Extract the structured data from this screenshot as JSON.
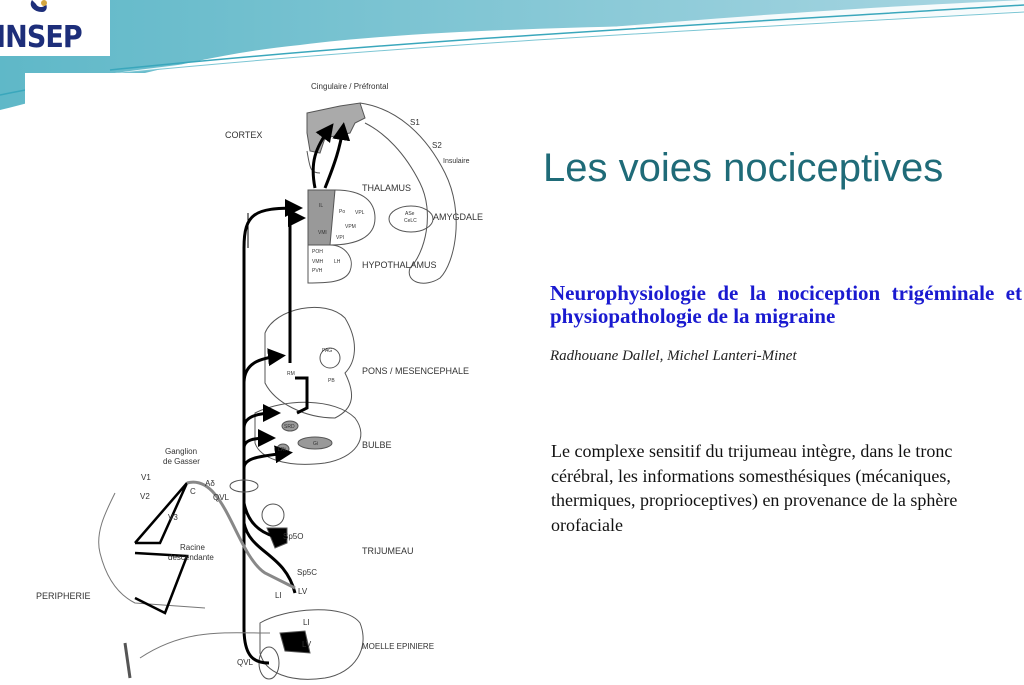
{
  "logo": {
    "text": "INSEP"
  },
  "slide": {
    "title": "Les voies nociceptives",
    "reference": {
      "title": "Neurophysiologie de la nociception trigéminale et physiopathologie de la migraine",
      "authors": "Radhouane Dallel, Michel Lanteri-Minet"
    },
    "body": "Le complexe sensitif du trijumeau intègre, dans le tronc cérébral, les informations somesthésiques (mécaniques, thermiques, proprioceptives) en provenance de la sphère orofaciale"
  },
  "diagram": {
    "cingulaire": "Cingulaire / Préfrontal",
    "cortex": "CORTEX",
    "s1": "S1",
    "s2": "S2",
    "insulaire": "Insulaire",
    "thalamus": "THALAMUS",
    "amygdale": "AMYGDALE",
    "il": "IL",
    "po": "Po",
    "vpl": "VPL",
    "vpm": "VPM",
    "vmi": "VMl",
    "vpi": "VPI",
    "ase": "ASe",
    "celc": "CeLC",
    "hypothalamus": "HYPOTHALAMUS",
    "poh": "POH",
    "vmh": "VMH",
    "pvh": "PVH",
    "lh": "LH",
    "pag": "PAG",
    "pb": "PB",
    "rm": "RM",
    "pons": "PONS / MESENCEPHALE",
    "srd": "SRD",
    "gi": "Gi",
    "lrt": "LRt",
    "bulbe": "BULBE",
    "ganglion1": "Ganglion",
    "ganglion2": "de Gasser",
    "v1": "V1",
    "v2": "V2",
    "v3": "V3",
    "c": "C",
    "adelta": "Aδ",
    "qvl_top": "QVL",
    "racine1": "Racine",
    "racine2": "descendante",
    "sp5o": "Sp5O",
    "trijumeau": "TRIJUMEAU",
    "sp5c": "Sp5C",
    "lv_top": "LV",
    "li_top": "LI",
    "peripherie": "PERIPHERIE",
    "li_bottom": "LI",
    "lv_bottom": "LV",
    "moelle": "MOELLE EPINIERE",
    "qvl_bottom": "QVL"
  },
  "colors": {
    "title": "#1f6b78",
    "ref_title": "#1a1ad0",
    "band": "#7fbfd0"
  }
}
